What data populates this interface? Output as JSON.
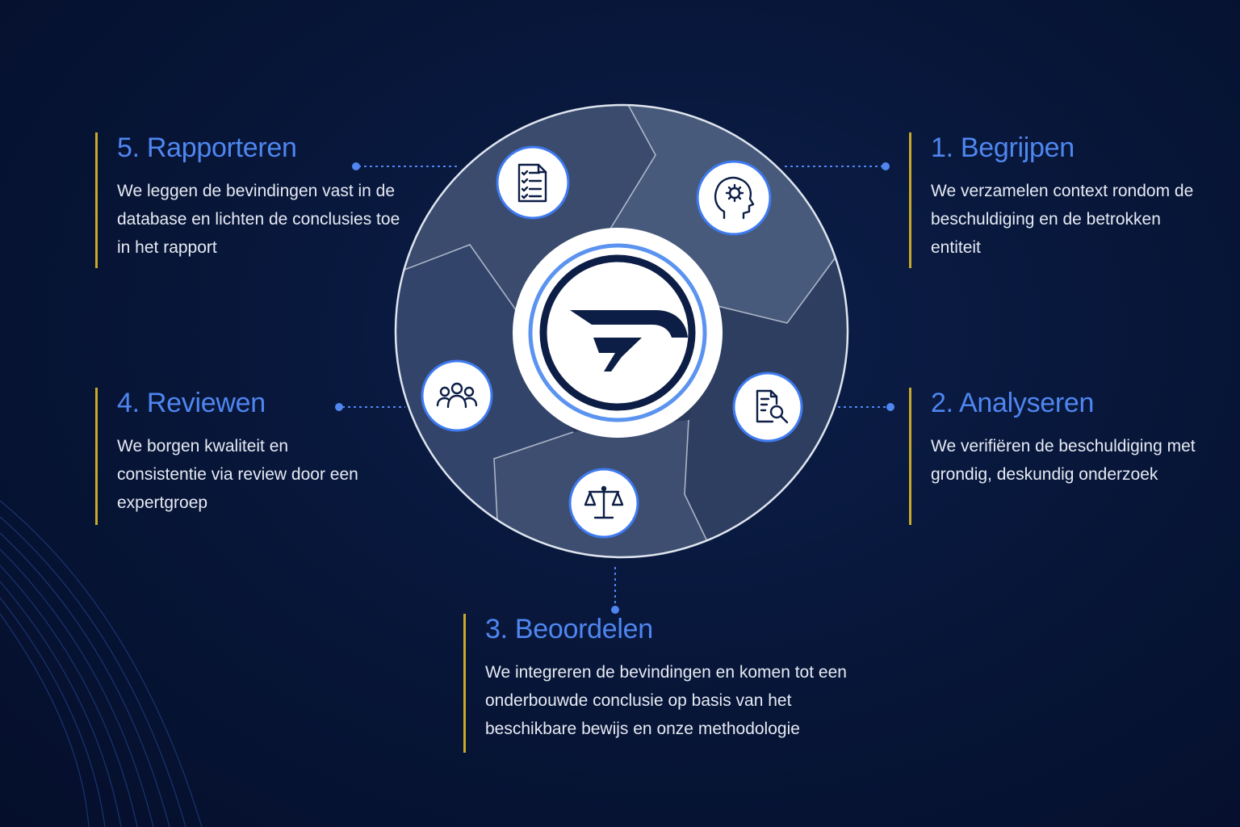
{
  "steps": [
    {
      "title": "1. Begrijpen",
      "text": "We verzamelen context rondom de beschuldiging en de betrokken entiteit",
      "icon": "head-gear-icon"
    },
    {
      "title": "2. Analyseren",
      "text": "We verifiëren de beschuldiging met grondig, deskundig onderzoek",
      "icon": "document-search-icon"
    },
    {
      "title": "3. Beoordelen",
      "text": "We integreren de bevindingen en komen tot een onderbouwde conclusie op basis van het beschikbare bewijs en onze methodologie",
      "icon": "scales-icon"
    },
    {
      "title": "4. Reviewen",
      "text": "We borgen kwaliteit en consistentie via review door een expertgroep",
      "icon": "group-icon"
    },
    {
      "title": "5. Rapporteren",
      "text": "We leggen de bevindingen vast in de database en lichten de conclusies toe in het rapport",
      "icon": "checklist-icon"
    }
  ],
  "colors": {
    "accent_blue": "#4f86f0",
    "gold_rule": "#c9a92a",
    "logo_navy": "#0d1e46"
  }
}
